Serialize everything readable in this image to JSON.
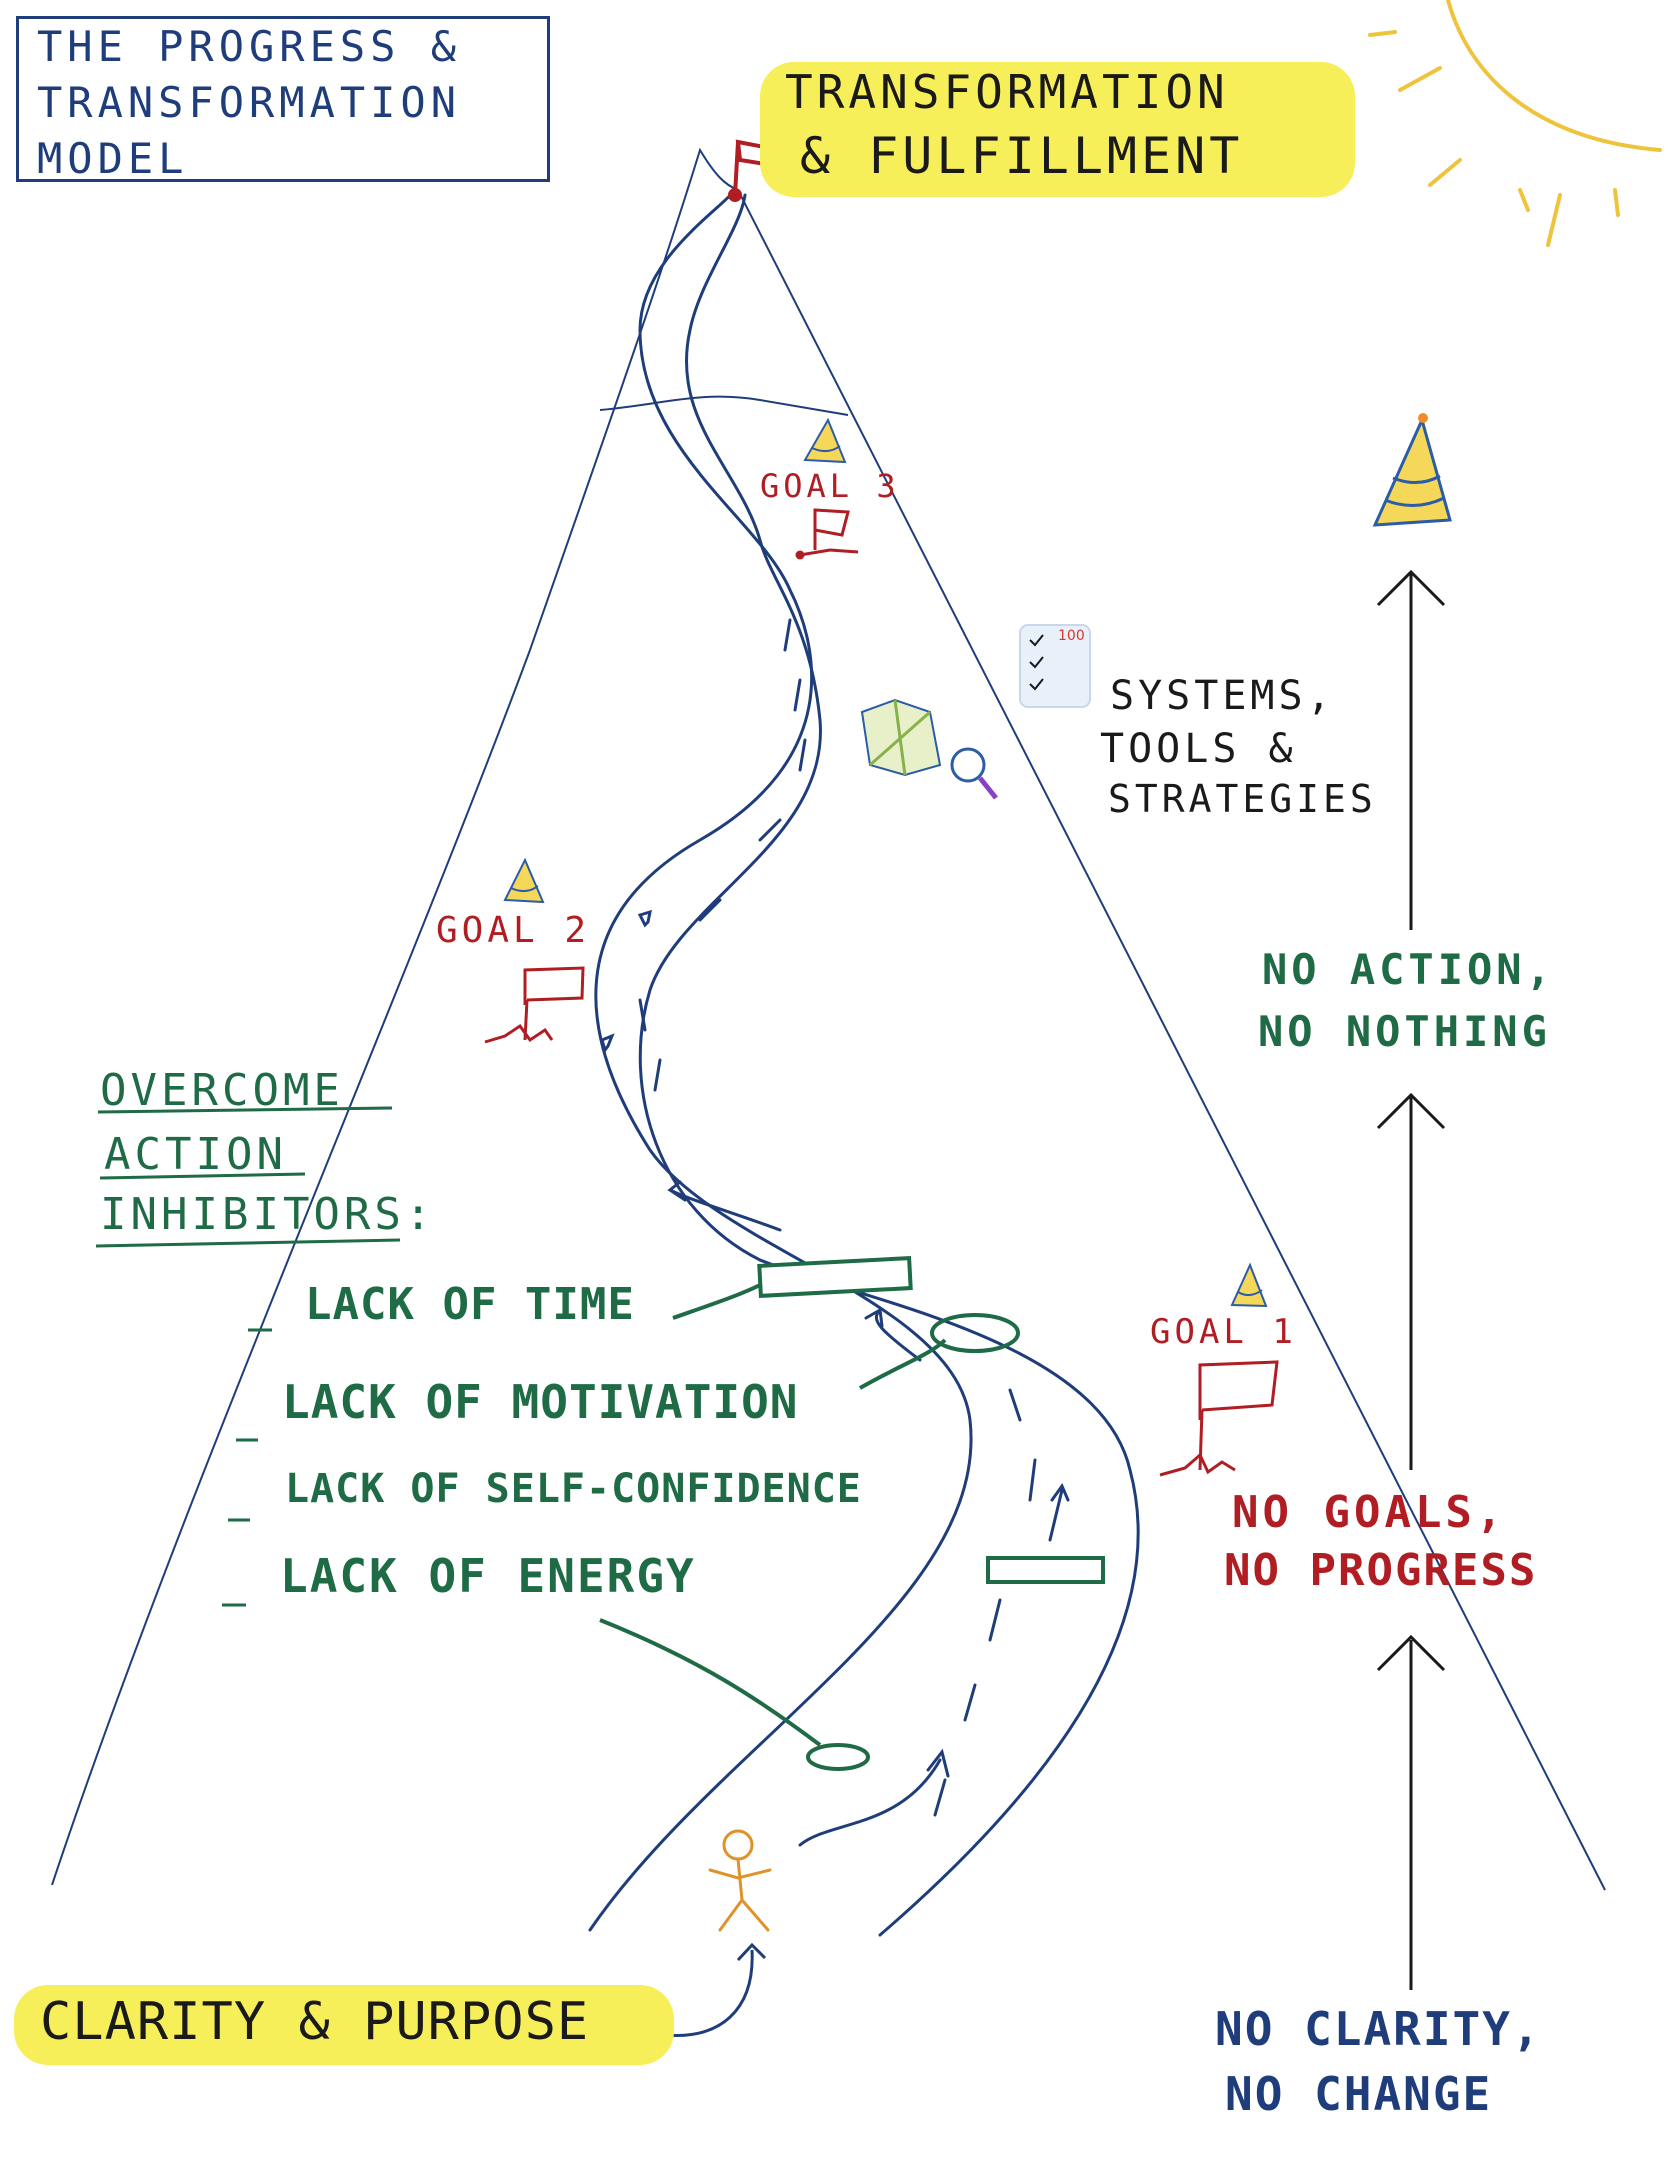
{
  "title": {
    "lines": [
      "THE PROGRESS &",
      "TRANSFORMATION",
      "MODEL"
    ]
  },
  "summit": {
    "line1": "TRANSFORMATION",
    "line2": "& FULFILLMENT"
  },
  "goals": {
    "goal1": "GOAL 1",
    "goal2": "GOAL 2",
    "goal3": "GOAL 3"
  },
  "systems": {
    "line1": "SYSTEMS,",
    "line2": "TOOLS &",
    "line3": "STRATEGIES"
  },
  "inhibitors": {
    "heading1": "OVERCOME",
    "heading2": "ACTION",
    "heading3": "INHIBITORS:",
    "items": [
      "LACK OF TIME",
      "LACK OF MOTIVATION",
      "LACK OF SELF-CONFIDENCE",
      "LACK OF ENERGY"
    ]
  },
  "ladder": {
    "no_clarity_line1": "NO CLARITY,",
    "no_clarity_line2": "NO CHANGE",
    "no_goals_line1": "NO GOALS,",
    "no_goals_line2": "NO PROGRESS",
    "no_action_line1": "NO ACTION,",
    "no_action_line2": "NO NOTHING"
  },
  "start": {
    "label": "CLARITY & PURPOSE"
  },
  "icons": [
    "party-hat-icon",
    "flag-icon",
    "map-icon",
    "magnifier-icon",
    "checklist-icon",
    "sun-icon",
    "stick-figure-icon",
    "up-arrow-icon"
  ],
  "colors": {
    "blue": "#1f3d7a",
    "green": "#1e6b45",
    "red": "#b01e24",
    "highlight": "#f7ef5a",
    "sun": "#f0c33c",
    "figure": "#e0922a"
  }
}
